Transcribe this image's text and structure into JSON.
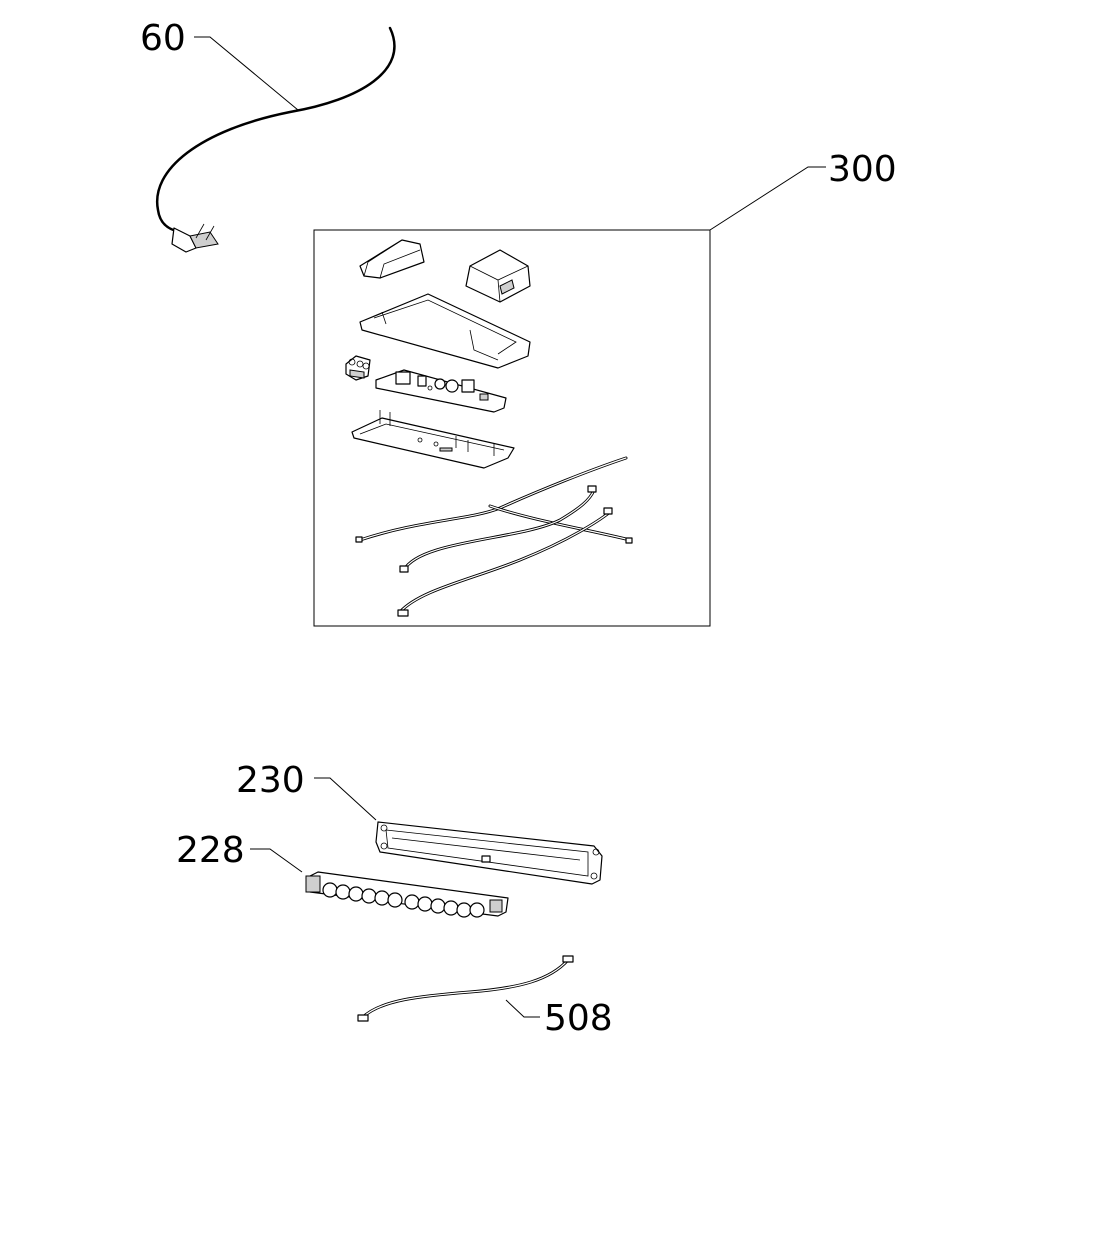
{
  "callouts": {
    "power_cord": "60",
    "control_module": "300",
    "control_panel_frame": "230",
    "button_board": "228",
    "connection_wire": "508"
  }
}
